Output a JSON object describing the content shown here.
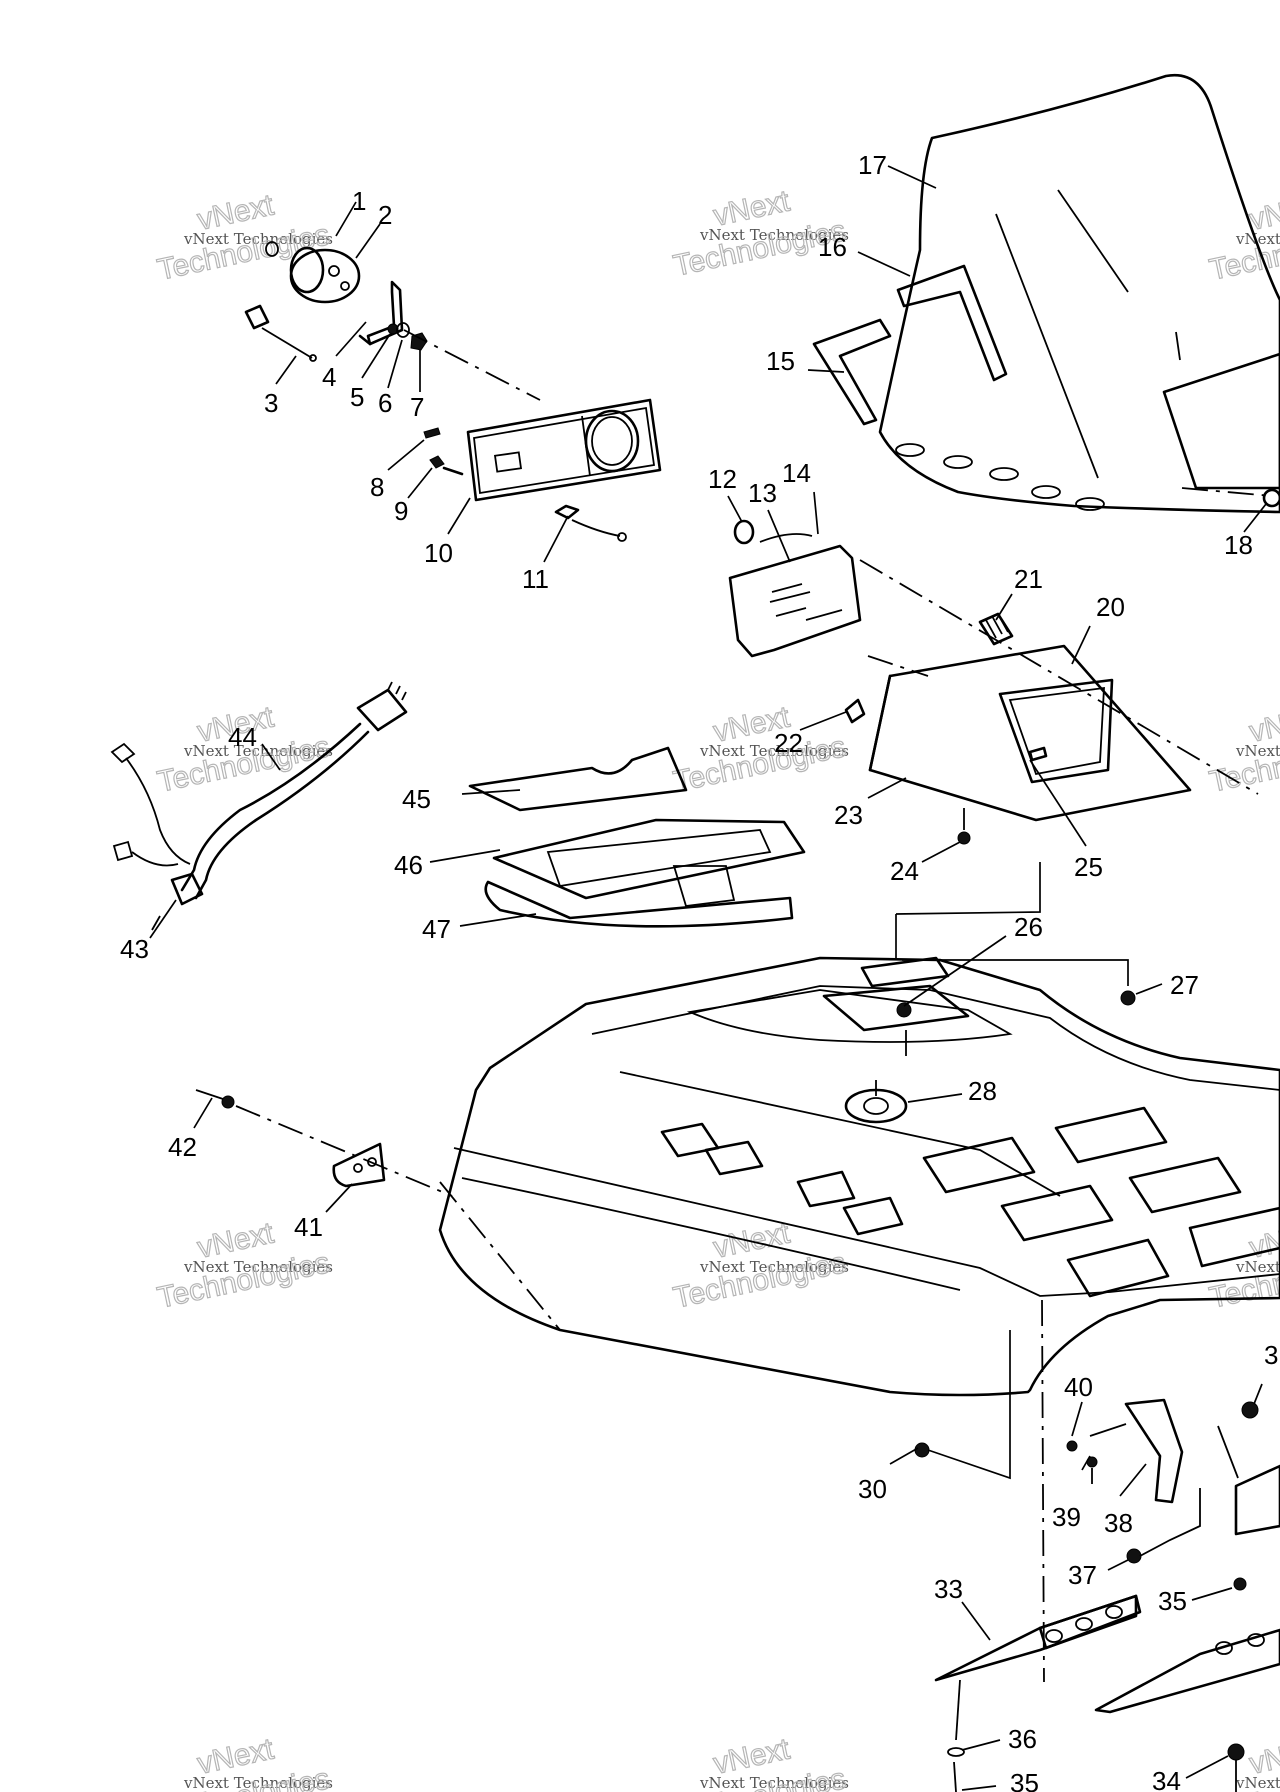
{
  "watermark": {
    "brand": "vNext",
    "line": "vNext Technologies",
    "big": "Technologies"
  },
  "callouts": [
    "1",
    "2",
    "3",
    "4",
    "5",
    "6",
    "7",
    "8",
    "9",
    "10",
    "11",
    "12",
    "13",
    "14",
    "15",
    "16",
    "17",
    "18",
    "20",
    "21",
    "22",
    "23",
    "24",
    "25",
    "26",
    "27",
    "28",
    "30",
    "33",
    "34",
    "35",
    "35",
    "36",
    "37",
    "38",
    "39",
    "40",
    "41",
    "42",
    "43",
    "44",
    "45",
    "46",
    "47",
    "3"
  ]
}
